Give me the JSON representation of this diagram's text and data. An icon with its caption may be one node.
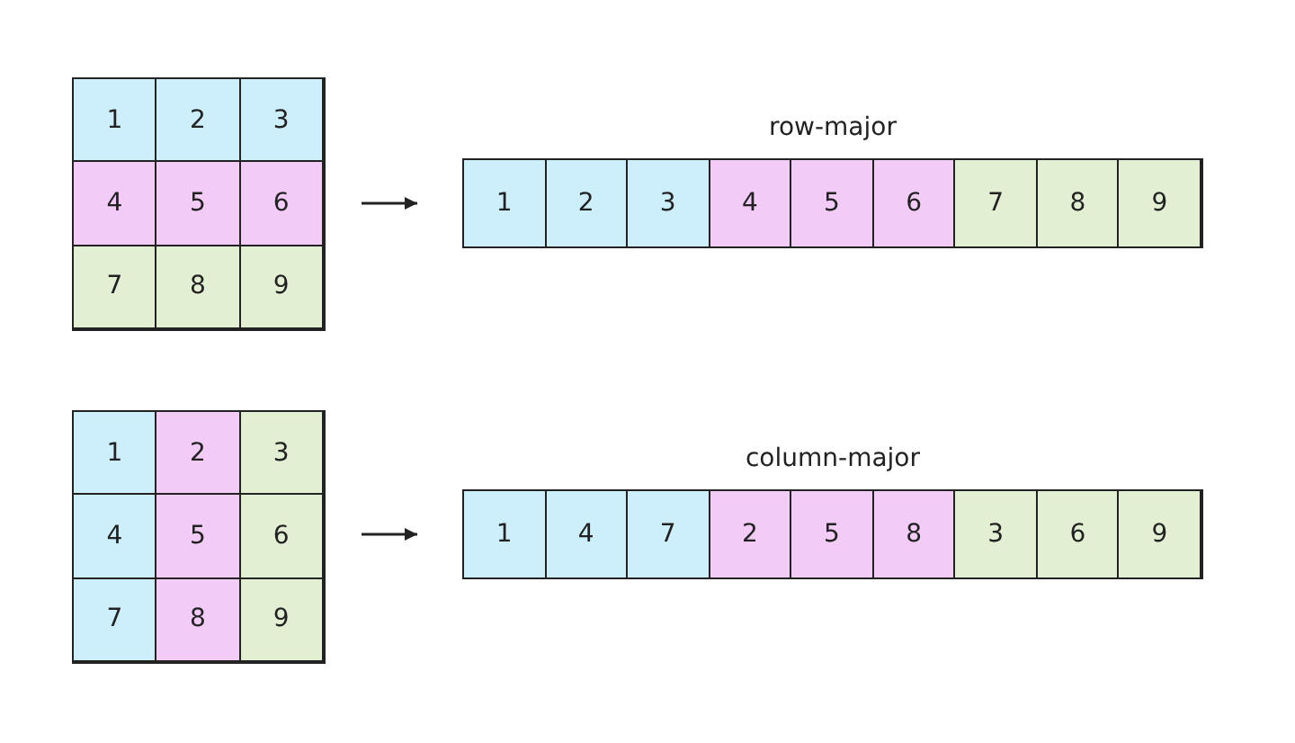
{
  "diagram": {
    "nodes": [
      {
        "text": [],
        "shape": "box"
      },
      {
        "text": [
          "1"
        ],
        "in": 0
      },
      {
        "text": [
          "2"
        ],
        "in": 0
      },
      {
        "text": [
          "3"
        ],
        "in": 0
      },
      {
        "text": [
          "4"
        ],
        "in": 0
      },
      {
        "text": [
          "5"
        ],
        "in": 0
      },
      {
        "text": [
          "6"
        ],
        "in": 0
      },
      {
        "text": [
          "7"
        ],
        "in": 0
      },
      {
        "text": [
          "8"
        ],
        "in": 0
      },
      {
        "text": [
          "9"
        ],
        "in": 0
      },
      {
        "text": [
          "row-major"
        ]
      },
      {
        "text": [
          "1"
        ],
        "in": 10
      },
      {
        "text": [
          "2"
        ],
        "in": 10
      },
      {
        "text": [
          "3"
        ],
        "in": 10
      },
      {
        "text": [
          "4"
        ],
        "in": 10
      },
      {
        "text": [
          "5"
        ],
        "in": 10
      },
      {
        "text": [
          "6"
        ],
        "in": 10
      },
      {
        "text": [
          "7"
        ],
        "in": 10
      },
      {
        "text": [
          "8"
        ],
        "in": 10
      },
      {
        "text": [
          "9"
        ],
        "in": 10
      },
      {
        "text": [],
        "shape": "box"
      },
      {
        "text": [
          "1"
        ],
        "in": 20
      },
      {
        "text": [
          "2"
        ],
        "in": 20
      },
      {
        "text": [
          "3"
        ],
        "in": 20
      },
      {
        "text": [
          "4"
        ],
        "in": 20
      },
      {
        "text": [
          "5"
        ],
        "in": 20
      },
      {
        "text": [
          "6"
        ],
        "in": 20
      },
      {
        "text": [
          "7"
        ],
        "in": 20
      },
      {
        "text": [
          "8"
        ],
        "in": 20
      },
      {
        "text": [
          "9"
        ],
        "in": 20
      },
      {
        "text": [
          "column-major"
        ]
      },
      {
        "text": [
          "1"
        ],
        "in": 30
      },
      {
        "text": [
          "4"
        ],
        "in": 30
      },
      {
        "text": [
          "7"
        ],
        "in": 30
      },
      {
        "text": [
          "2"
        ],
        "in": 30
      },
      {
        "text": [
          "5"
        ],
        "in": 30
      },
      {
        "text": [
          "8"
        ],
        "in": 30
      },
      {
        "text": [
          "3"
        ],
        "in": 30
      },
      {
        "text": [
          "6"
        ],
        "in": 30
      },
      {
        "text": [
          "9"
        ],
        "in": 30
      }
    ],
    "edges": [
      {
        "from": 0,
        "to": 10,
        "arrow": "to"
      },
      {
        "from": 20,
        "to": 30,
        "arrow": "to"
      }
    ]
  }
}
